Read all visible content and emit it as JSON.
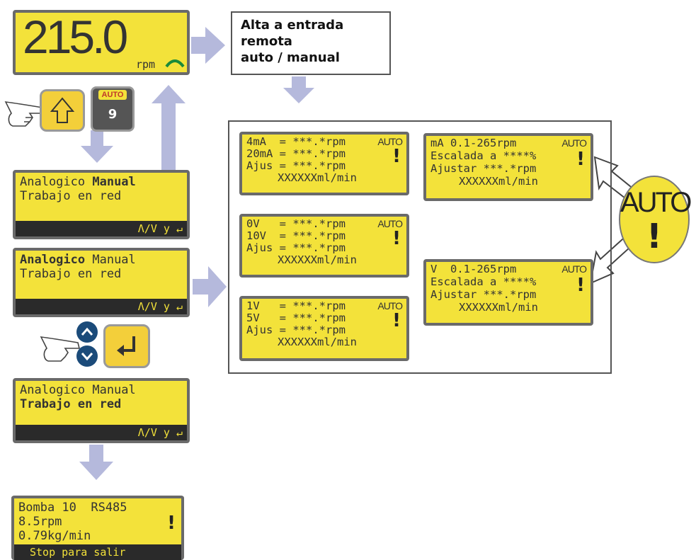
{
  "display": {
    "value": "215.0",
    "unit": "rpm"
  },
  "info_box": {
    "lines": [
      "Alta a entrada",
      "remota",
      "auto / manual"
    ]
  },
  "keys": {
    "auto_label": "AUTO",
    "auto_num": "9"
  },
  "screen_manual": {
    "line1a": "Analogico ",
    "line1b": "Manual",
    "line2": "Trabajo en red",
    "bar": "Λ/V y ↵"
  },
  "screen_analogico": {
    "line1a": "Analogico",
    "line1b": " Manual",
    "line2": "Trabajo en red",
    "bar": "Λ/V y ↵"
  },
  "screen_red": {
    "line1": "Analogico Manual",
    "line2": "Trabajo en red",
    "bar": "Λ/V y ↵"
  },
  "screen_bomba": {
    "line1": "Bomba 10  RS485",
    "line2": "8.5rpm",
    "line3": "0.79kg/min",
    "bar": "Stop para salir",
    "bang": "!"
  },
  "panel_4mA": {
    "l1": "4mA  = ***.*rpm",
    "l2": "20mA = ***.*rpm",
    "l3": "Ajus = ***.*rpm",
    "l4": "XXXXXXml/min",
    "auto": "AUTO",
    "bang": "!"
  },
  "panel_0V": {
    "l1": "0V   = ***.*rpm",
    "l2": "10V  = ***.*rpm",
    "l3": "Ajus = ***.*rpm",
    "l4": "XXXXXXml/min",
    "auto": "AUTO",
    "bang": "!"
  },
  "panel_1V": {
    "l1": "1V   = ***.*rpm",
    "l2": "5V   = ***.*rpm",
    "l3": "Ajus = ***.*rpm",
    "l4": "XXXXXXml/min",
    "auto": "AUTO",
    "bang": "!"
  },
  "panel_mA": {
    "l1": "mA 0.1-265rpm",
    "l2": "Escalada a ****%",
    "l3": "Ajustar ***.*rpm",
    "l4": "XXXXXXml/min",
    "auto": "AUTO",
    "bang": "!"
  },
  "panel_V": {
    "l1": "V  0.1-265rpm",
    "l2": "Escalada a ****%",
    "l3": "Ajustar ***.*rpm",
    "l4": "XXXXXXml/min",
    "auto": "AUTO",
    "bang": "!"
  },
  "auto_badge": {
    "label": "AUTO",
    "bang": "!"
  },
  "colors": {
    "lcd": "#f3e23a",
    "arrow": "#b5b9dc",
    "frame": "#6a6a6a",
    "key_blue": "#1b4b7a"
  }
}
